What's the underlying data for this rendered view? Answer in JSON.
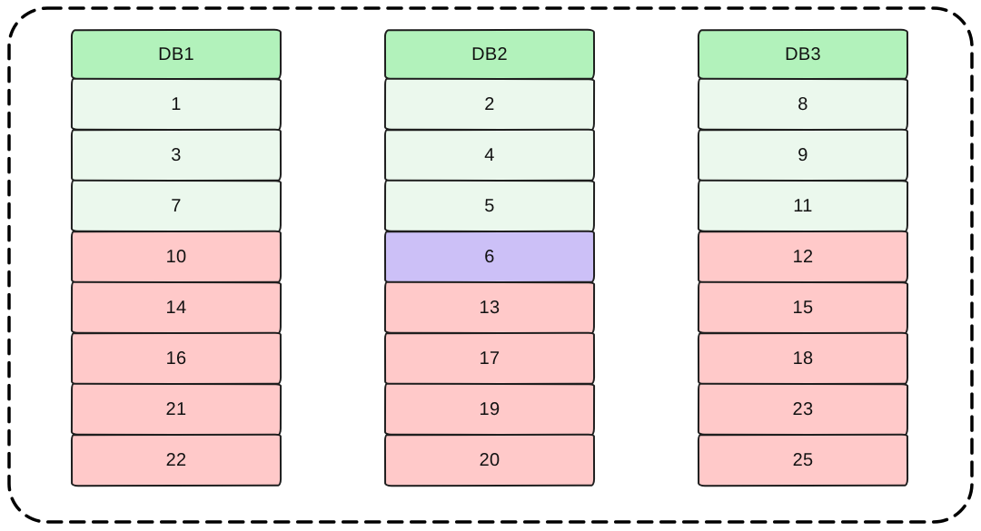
{
  "colors": {
    "header_fill": "#b2f2bb",
    "green_fill": "#ebf8ed",
    "pink_fill": "#ffc9c9",
    "purple_fill": "#ccc0f7",
    "stroke": "#1e1e1e",
    "dashed_border": "#000000"
  },
  "columns": [
    {
      "header": "DB1",
      "cells": [
        {
          "value": "1",
          "color": "green"
        },
        {
          "value": "3",
          "color": "green"
        },
        {
          "value": "7",
          "color": "green"
        },
        {
          "value": "10",
          "color": "pink"
        },
        {
          "value": "14",
          "color": "pink"
        },
        {
          "value": "16",
          "color": "pink"
        },
        {
          "value": "21",
          "color": "pink"
        },
        {
          "value": "22",
          "color": "pink"
        }
      ]
    },
    {
      "header": "DB2",
      "cells": [
        {
          "value": "2",
          "color": "green"
        },
        {
          "value": "4",
          "color": "green"
        },
        {
          "value": "5",
          "color": "green"
        },
        {
          "value": "6",
          "color": "purple"
        },
        {
          "value": "13",
          "color": "pink"
        },
        {
          "value": "17",
          "color": "pink"
        },
        {
          "value": "19",
          "color": "pink"
        },
        {
          "value": "20",
          "color": "pink"
        }
      ]
    },
    {
      "header": "DB3",
      "cells": [
        {
          "value": "8",
          "color": "green"
        },
        {
          "value": "9",
          "color": "green"
        },
        {
          "value": "11",
          "color": "green"
        },
        {
          "value": "12",
          "color": "pink"
        },
        {
          "value": "15",
          "color": "pink"
        },
        {
          "value": "18",
          "color": "pink"
        },
        {
          "value": "23",
          "color": "pink"
        },
        {
          "value": "25",
          "color": "pink"
        }
      ]
    }
  ]
}
